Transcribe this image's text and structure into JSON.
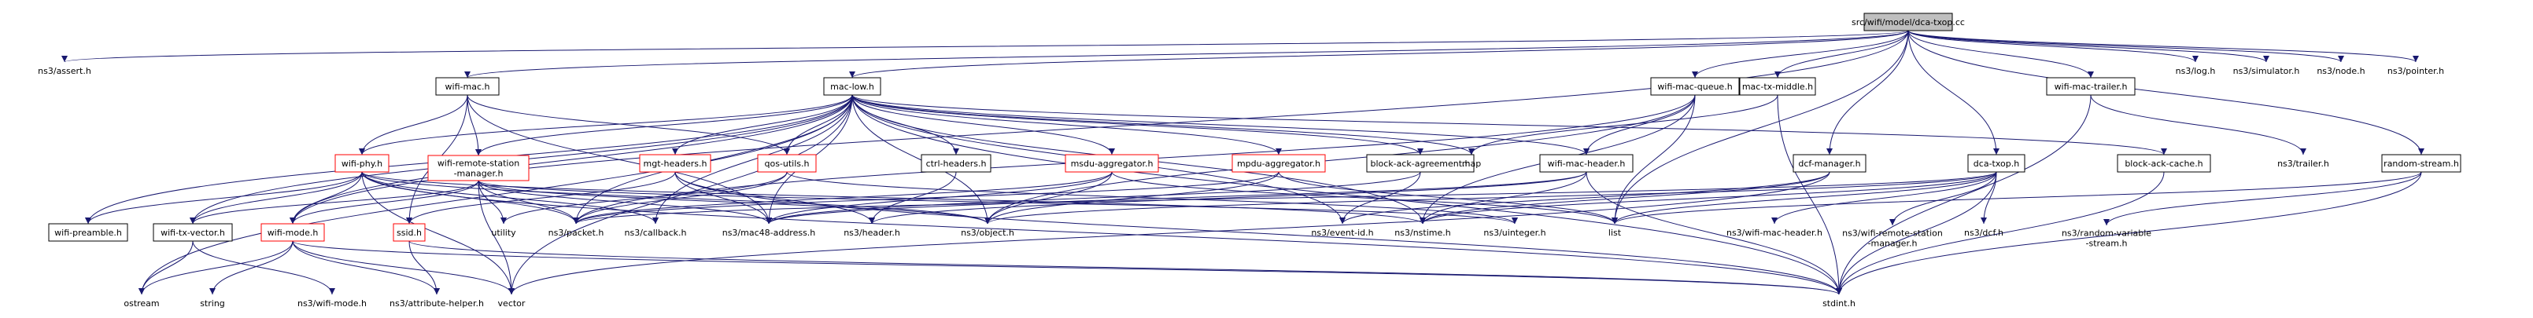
{
  "colors": {
    "edge": "#191970",
    "root_fill": "#bfbfbf",
    "node_border": "#000000",
    "missing_border": "#ff0000"
  },
  "nodes": {
    "root": "src/wifi/model/dca-txop.cc",
    "assert": "ns3/assert.h",
    "wifi_mac": "wifi-mac.h",
    "mac_low": "mac-low.h",
    "wifi_mac_queue": "wifi-mac-queue.h",
    "mac_tx_middle": "mac-tx-middle.h",
    "wifi_mac_trailer": "wifi-mac-trailer.h",
    "log": "ns3/log.h",
    "simulator": "ns3/simulator.h",
    "node": "ns3/node.h",
    "pointer": "ns3/pointer.h",
    "wifi_phy": "wifi-phy.h",
    "wifi_remote": "wifi-remote-station\n-manager.h",
    "mgt_headers": "mgt-headers.h",
    "qos_utils": "qos-utils.h",
    "ctrl_headers": "ctrl-headers.h",
    "msdu_aggregator": "msdu-aggregator.h",
    "mpdu_aggregator": "mpdu-aggregator.h",
    "block_ack_agreement": "block-ack-agreement.h",
    "wifi_mac_header": "wifi-mac-header.h",
    "map": "map",
    "dcf_manager": "dcf-manager.h",
    "dca_txop": "dca-txop.h",
    "block_ack_cache": "block-ack-cache.h",
    "trailer": "ns3/trailer.h",
    "random_stream": "random-stream.h",
    "wifi_preamble": "wifi-preamble.h",
    "wifi_tx_vector": "wifi-tx-vector.h",
    "wifi_mode": "wifi-mode.h",
    "ssid": "ssid.h",
    "utility": "utility",
    "packet": "ns3/packet.h",
    "callback": "ns3/callback.h",
    "mac48": "ns3/mac48-address.h",
    "header": "ns3/header.h",
    "object": "ns3/object.h",
    "event_id": "ns3/event-id.h",
    "nstime": "ns3/nstime.h",
    "uinteger": "ns3/uinteger.h",
    "list": "list",
    "ns3_wifi_mac_header": "ns3/wifi-mac-header.h",
    "ns3_wifi_remote": "ns3/wifi-remote-station\n-manager.h",
    "ns3_dcf": "ns3/dcf.h",
    "ns3_random_variable": "ns3/random-variable\n-stream.h",
    "ostream": "ostream",
    "string": "string",
    "ns3_wifi_mode": "ns3/wifi-mode.h",
    "attribute_helper": "ns3/attribute-helper.h",
    "vector": "vector",
    "stdint": "stdint.h"
  }
}
